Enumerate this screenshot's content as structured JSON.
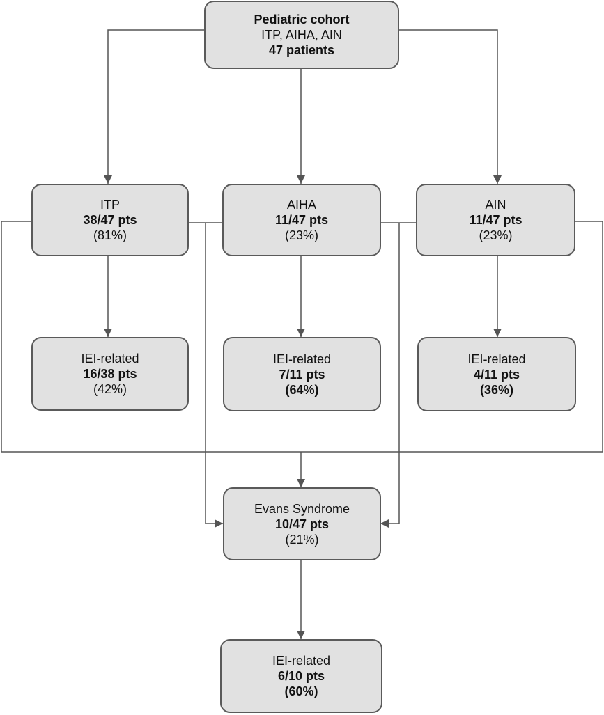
{
  "root": {
    "title": "Pediatric cohort",
    "subtitle": "ITP, AIHA, AIN",
    "count": "47 patients"
  },
  "groups": [
    {
      "label": "ITP",
      "count": "38/47 pts",
      "percent": "(81%)"
    },
    {
      "label": "AIHA",
      "count": "11/47 pts",
      "percent": "(23%)"
    },
    {
      "label": "AIN",
      "count": "11/47 pts",
      "percent": "(23%)"
    }
  ],
  "iei": [
    {
      "label": "IEI-related",
      "count": "16/38 pts",
      "percent": "(42%)"
    },
    {
      "label": "IEI-related",
      "count": "7/11 pts",
      "percent": "(64%)"
    },
    {
      "label": "IEI-related",
      "count": "4/11 pts",
      "percent": "(36%)"
    }
  ],
  "evans": {
    "label": "Evans Syndrome",
    "count": "10/47 pts",
    "percent": "(21%)"
  },
  "evans_iei": {
    "label": "IEI-related",
    "count": "6/10 pts",
    "percent": "(60%)"
  },
  "colors": {
    "box_fill": "#e1e1e1",
    "box_border": "#5a5a5a",
    "line": "#555555"
  }
}
